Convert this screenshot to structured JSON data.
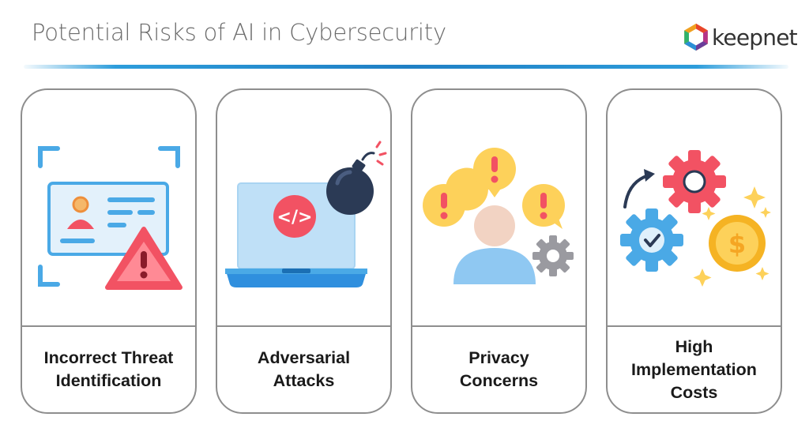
{
  "header": {
    "title": "Potential Risks of AI in Cybersecurity",
    "logo_text": "keepnet"
  },
  "cards": [
    {
      "label": "Incorrect Threat\nIdentification",
      "icon": "id-card-warning-icon"
    },
    {
      "label": "Adversarial\nAttacks",
      "icon": "laptop-bomb-icon"
    },
    {
      "label": "Privacy\nConcerns",
      "icon": "user-alerts-icon"
    },
    {
      "label": "High\nImplementation\nCosts",
      "icon": "gears-coin-icon"
    }
  ],
  "colors": {
    "divider": "#2d9ddb",
    "card_border": "#8e8e8e",
    "accent_blue": "#4aa9e6",
    "warning_red": "#f25263",
    "alert_yellow": "#fdd15a",
    "gear_gray": "#9a9aa0",
    "bomb_navy": "#2b3a55"
  }
}
